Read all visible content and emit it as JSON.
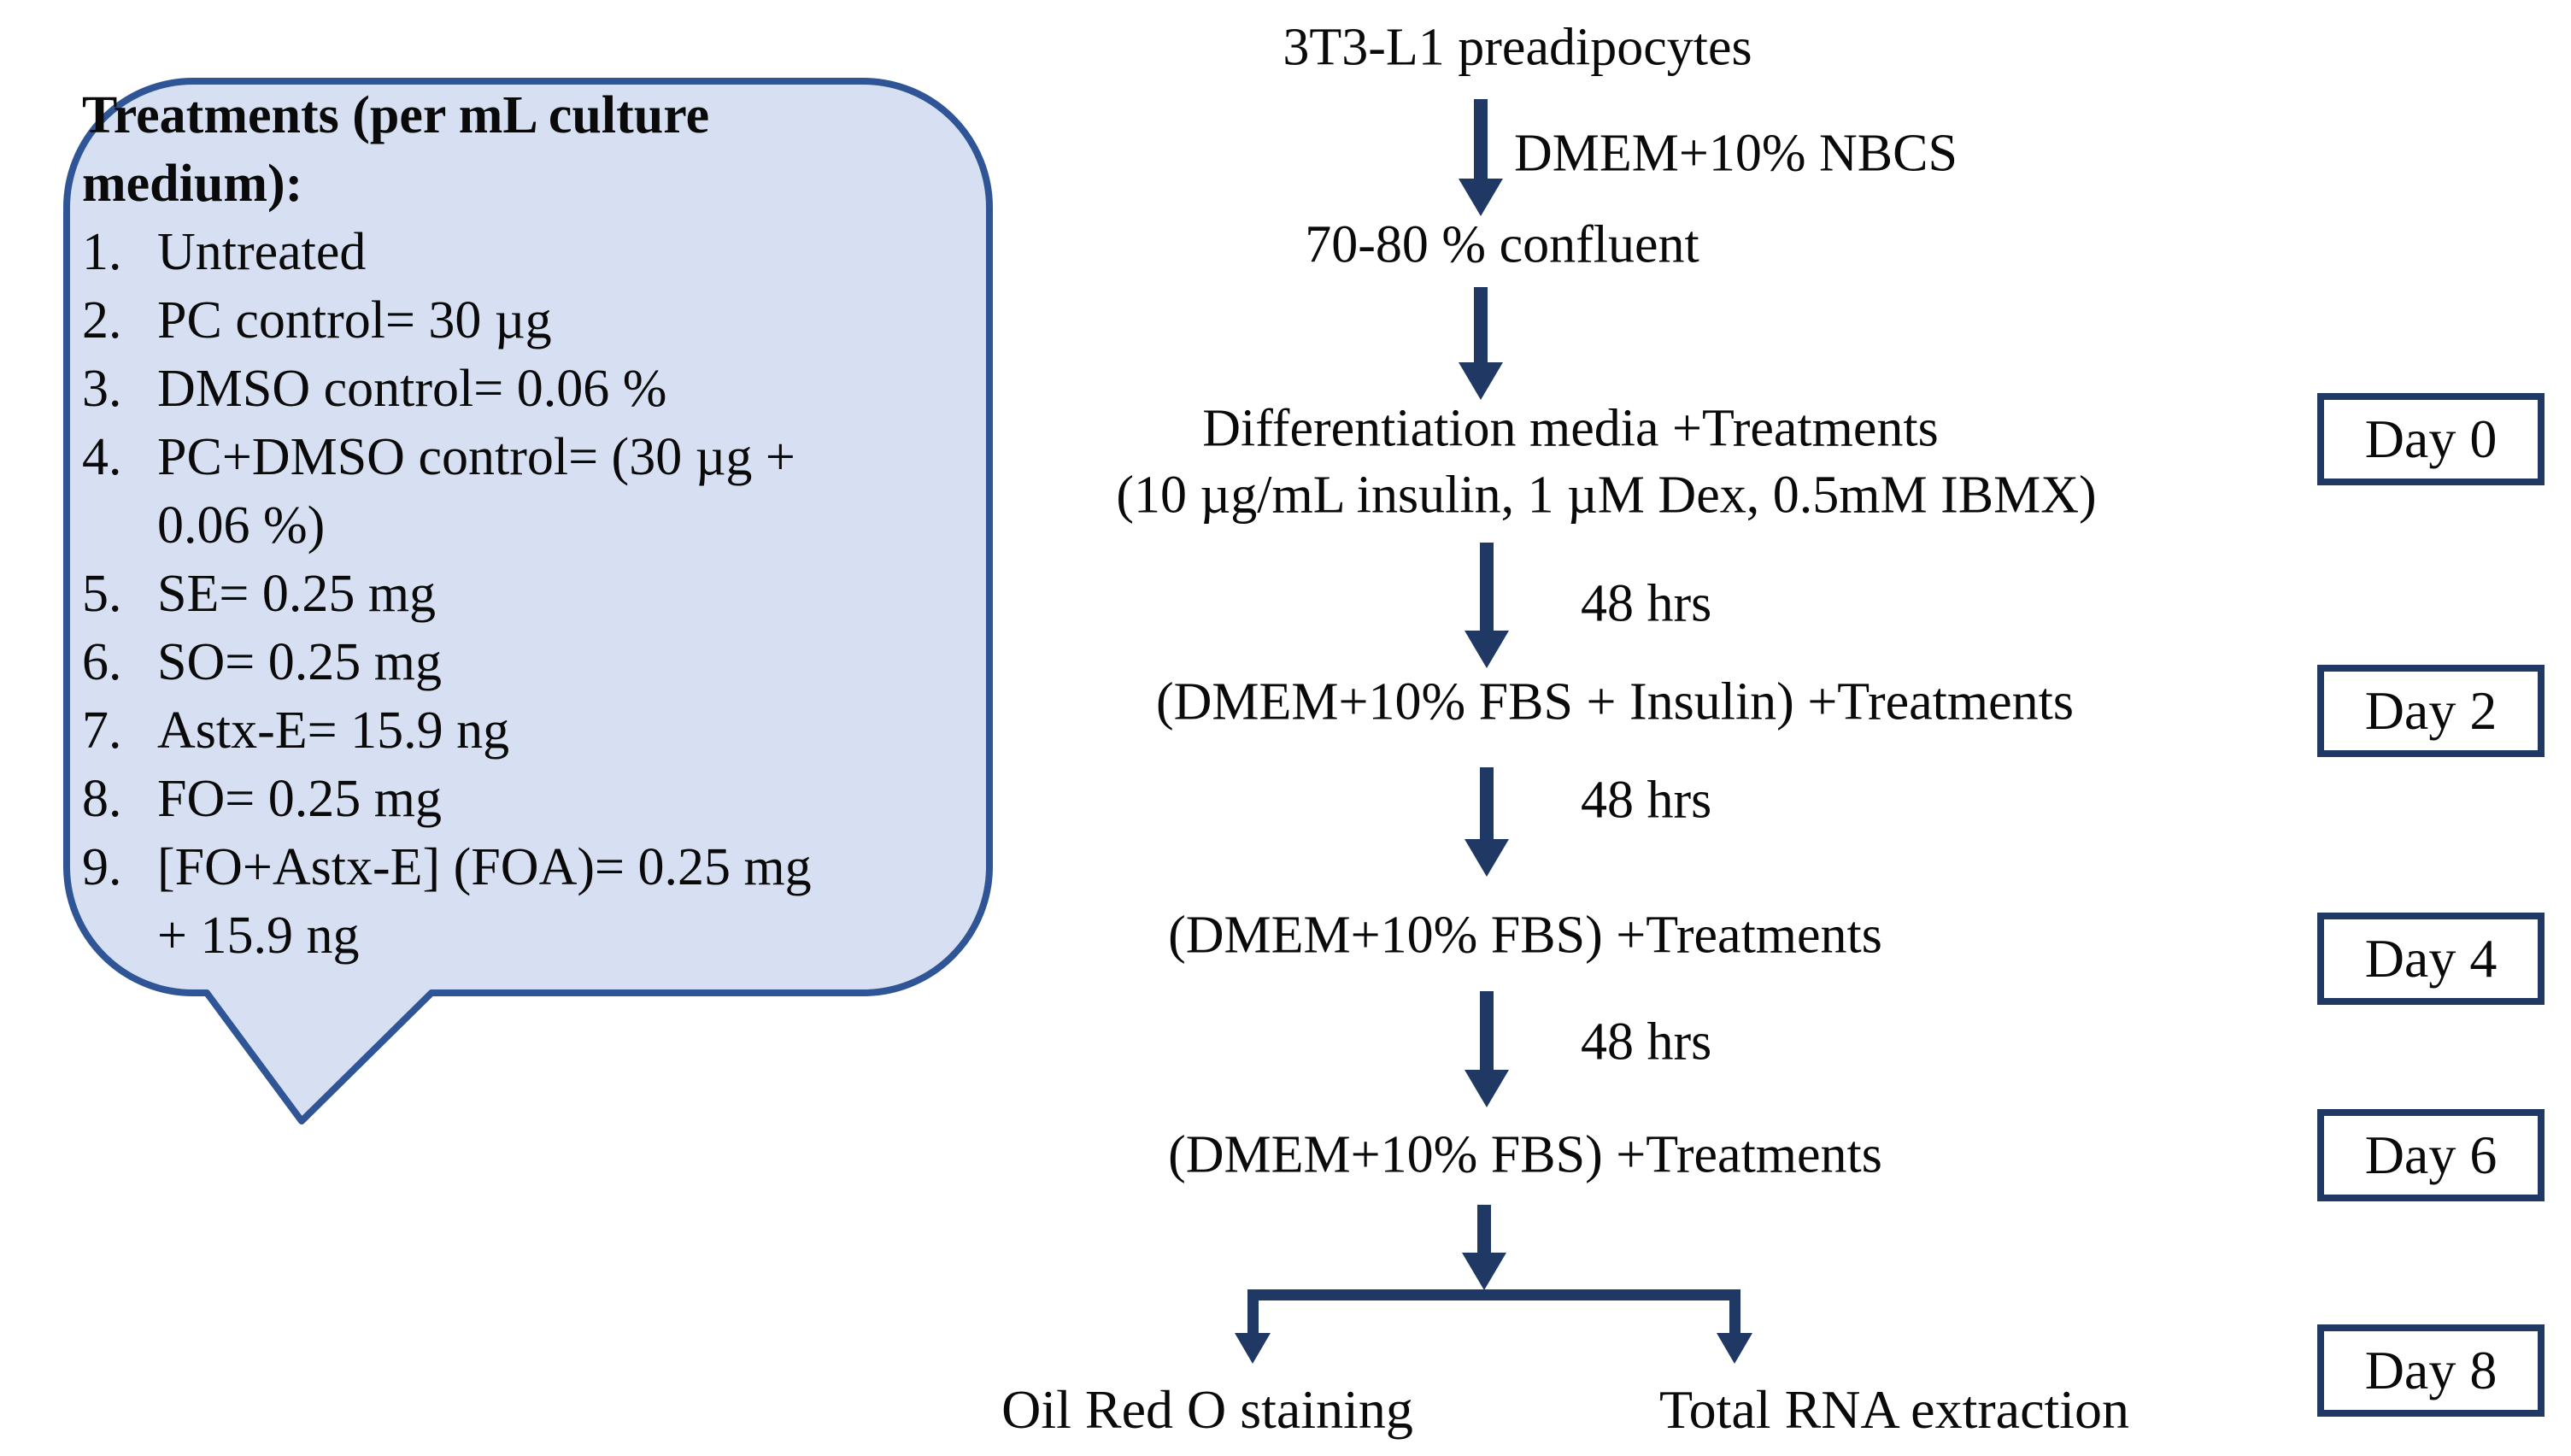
{
  "bubble": {
    "title_lines": [
      "Treatments (per mL culture",
      "medium):"
    ],
    "items": [
      {
        "num": "1.",
        "lines": [
          "Untreated"
        ]
      },
      {
        "num": "2.",
        "lines": [
          "PC control= 30 µg"
        ]
      },
      {
        "num": "3.",
        "lines": [
          "DMSO control= 0.06 %"
        ]
      },
      {
        "num": "4.",
        "lines": [
          "PC+DMSO control= (30 µg +",
          "0.06 %)"
        ]
      },
      {
        "num": "5.",
        "lines": [
          "SE= 0.25 mg"
        ]
      },
      {
        "num": "6.",
        "lines": [
          "SO= 0.25 mg"
        ]
      },
      {
        "num": "7.",
        "lines": [
          "Astx-E= 15.9 ng"
        ]
      },
      {
        "num": "8.",
        "lines": [
          "FO= 0.25 mg"
        ]
      },
      {
        "num": "9.",
        "lines": [
          "[FO+Astx-E] (FOA)= 0.25 mg",
          "+ 15.9 ng"
        ]
      }
    ]
  },
  "flow": {
    "nodes": [
      {
        "text": "3T3-L1 preadipocytes"
      },
      {
        "text": "70-80 % confluent"
      },
      {
        "text": "Differentiation media +Treatments"
      },
      {
        "text": "(10 µg/mL insulin, 1 µM Dex, 0.5mM IBMX)"
      },
      {
        "text": "(DMEM+10% FBS + Insulin) +Treatments"
      },
      {
        "text": "(DMEM+10% FBS) +Treatments"
      },
      {
        "text": "(DMEM+10% FBS) +Treatments"
      }
    ],
    "arrow_labels": [
      {
        "text": "DMEM+10% NBCS"
      },
      {
        "text": "48 hrs"
      },
      {
        "text": "48 hrs"
      },
      {
        "text": "48 hrs"
      }
    ],
    "outcomes": [
      {
        "text": "Oil Red O staining"
      },
      {
        "text": "Total RNA extraction"
      }
    ]
  },
  "timeline": {
    "days": [
      {
        "label": "Day 0"
      },
      {
        "label": "Day 2"
      },
      {
        "label": "Day 4"
      },
      {
        "label": "Day 6"
      },
      {
        "label": "Day 8"
      }
    ]
  },
  "colors": {
    "navy": "#1F3864",
    "bubble_border": "#2F5597",
    "bubble_fill": "#D6E0F2",
    "text": "#0A0A0A"
  }
}
